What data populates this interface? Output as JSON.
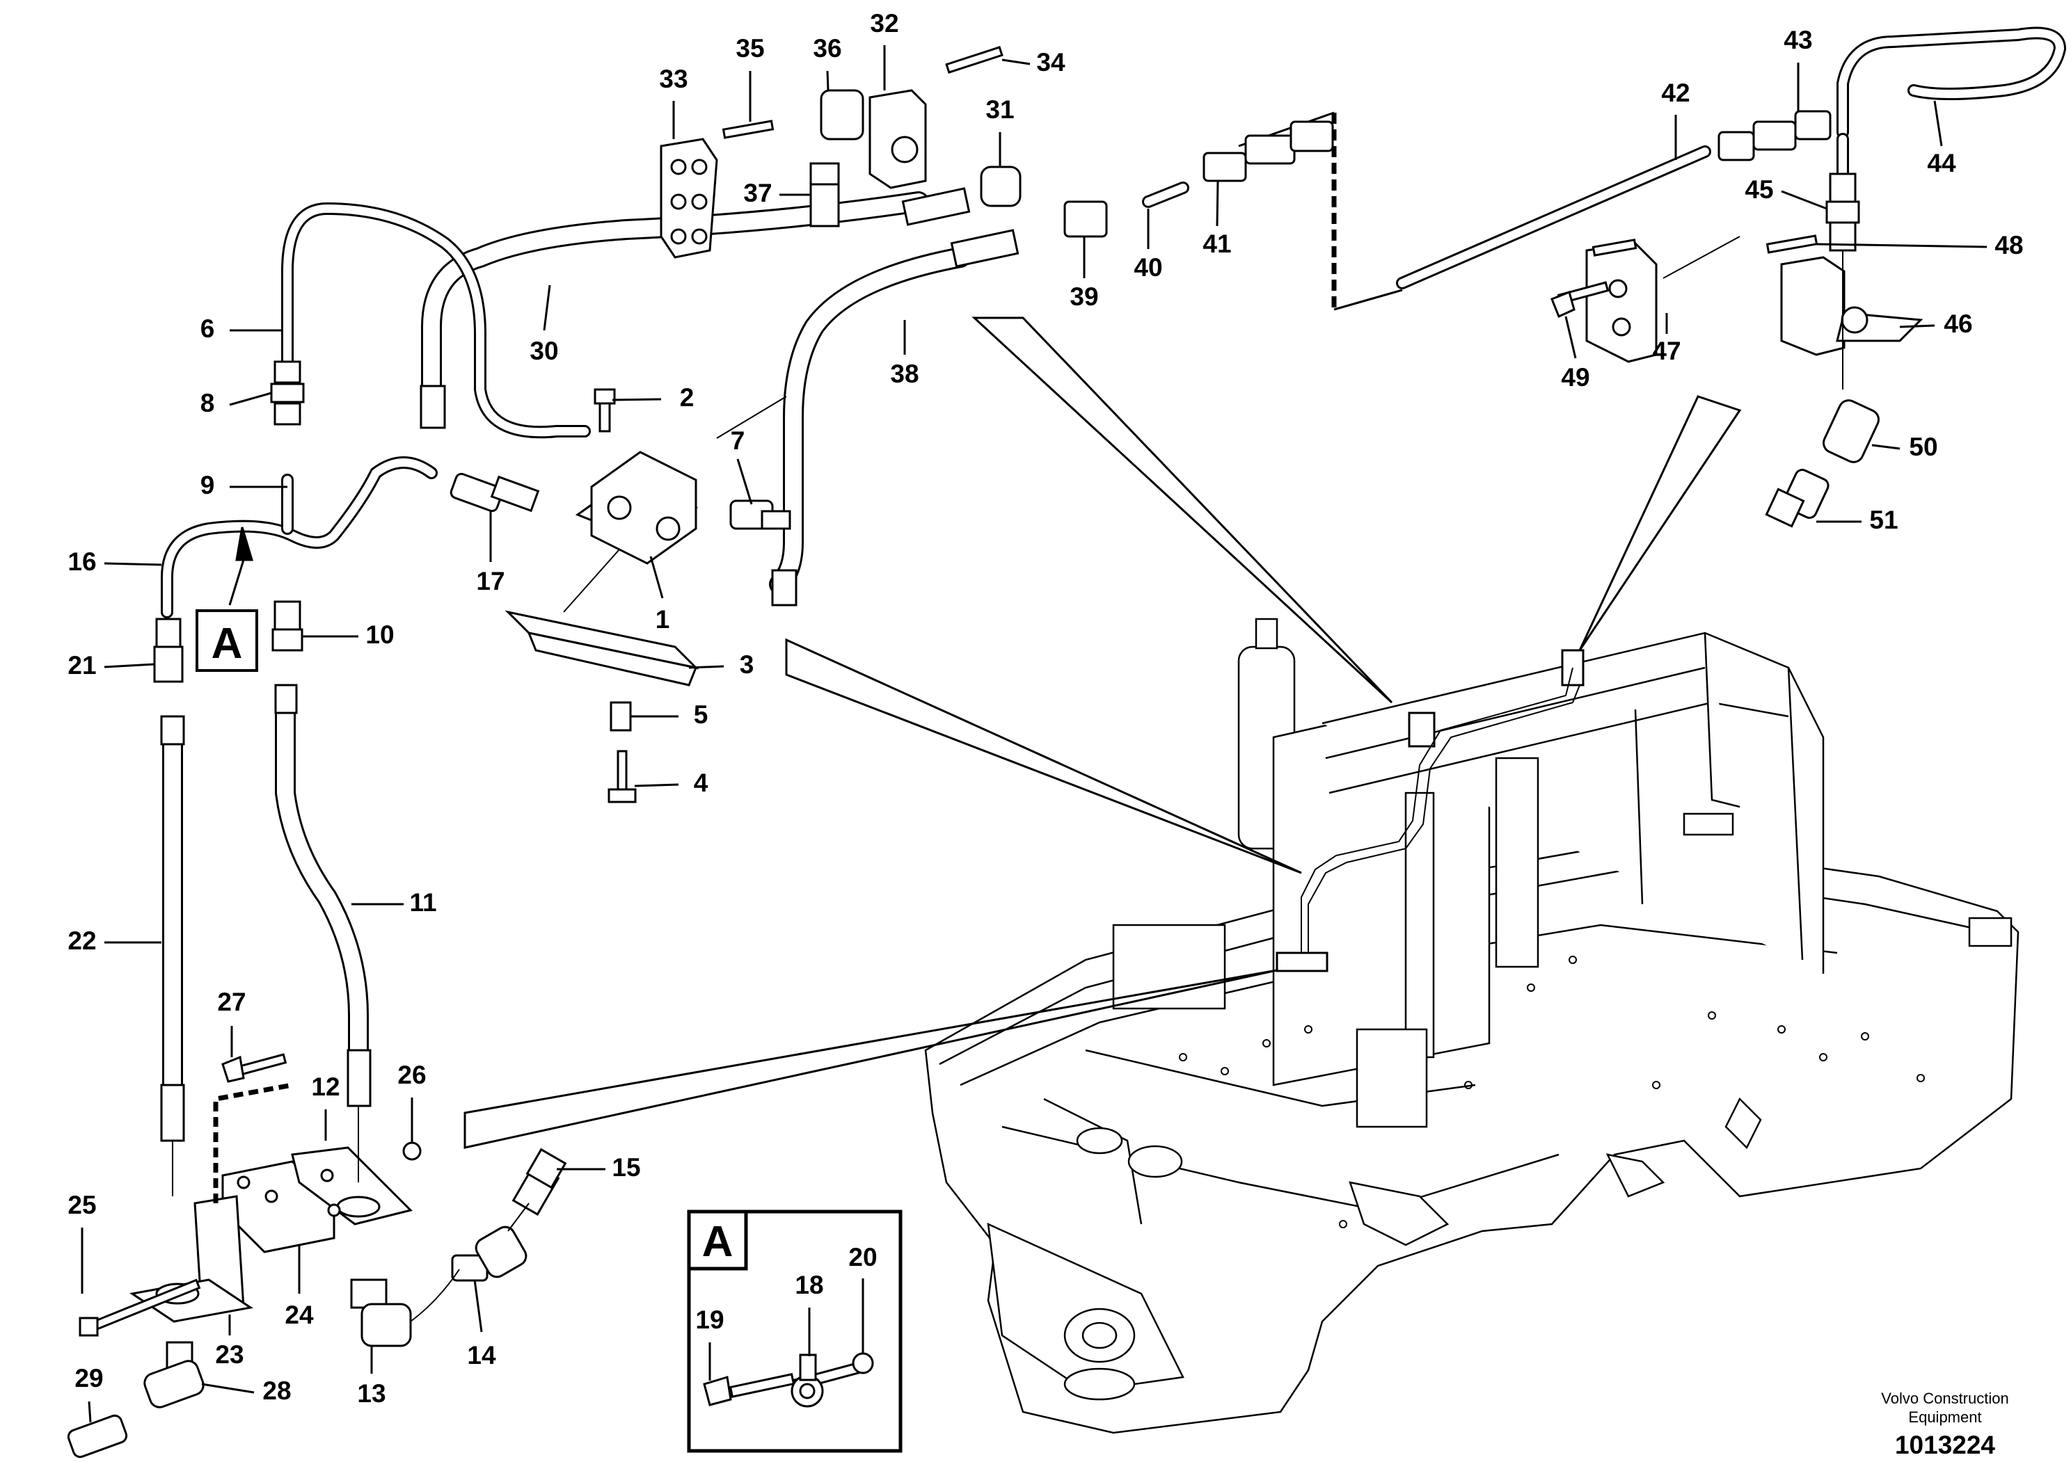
{
  "callouts": [
    {
      "id": "1",
      "label": "1"
    },
    {
      "id": "2",
      "label": "2"
    },
    {
      "id": "3",
      "label": "3"
    },
    {
      "id": "4",
      "label": "4"
    },
    {
      "id": "5",
      "label": "5"
    },
    {
      "id": "6",
      "label": "6"
    },
    {
      "id": "7",
      "label": "7"
    },
    {
      "id": "8",
      "label": "8"
    },
    {
      "id": "9",
      "label": "9"
    },
    {
      "id": "10",
      "label": "10"
    },
    {
      "id": "11",
      "label": "11"
    },
    {
      "id": "12",
      "label": "12"
    },
    {
      "id": "13",
      "label": "13"
    },
    {
      "id": "14",
      "label": "14"
    },
    {
      "id": "15",
      "label": "15"
    },
    {
      "id": "16",
      "label": "16"
    },
    {
      "id": "17",
      "label": "17"
    },
    {
      "id": "18",
      "label": "18"
    },
    {
      "id": "19",
      "label": "19"
    },
    {
      "id": "20",
      "label": "20"
    },
    {
      "id": "21",
      "label": "21"
    },
    {
      "id": "22",
      "label": "22"
    },
    {
      "id": "23",
      "label": "23"
    },
    {
      "id": "24",
      "label": "24"
    },
    {
      "id": "25",
      "label": "25"
    },
    {
      "id": "26",
      "label": "26"
    },
    {
      "id": "27",
      "label": "27"
    },
    {
      "id": "28",
      "label": "28"
    },
    {
      "id": "29",
      "label": "29"
    },
    {
      "id": "30",
      "label": "30"
    },
    {
      "id": "31",
      "label": "31"
    },
    {
      "id": "32",
      "label": "32"
    },
    {
      "id": "33",
      "label": "33"
    },
    {
      "id": "34",
      "label": "34"
    },
    {
      "id": "35",
      "label": "35"
    },
    {
      "id": "36",
      "label": "36"
    },
    {
      "id": "37",
      "label": "37"
    },
    {
      "id": "38",
      "label": "38"
    },
    {
      "id": "39",
      "label": "39"
    },
    {
      "id": "40",
      "label": "40"
    },
    {
      "id": "41",
      "label": "41"
    },
    {
      "id": "42",
      "label": "42"
    },
    {
      "id": "43",
      "label": "43"
    },
    {
      "id": "44",
      "label": "44"
    },
    {
      "id": "45",
      "label": "45"
    },
    {
      "id": "46",
      "label": "46"
    },
    {
      "id": "47",
      "label": "47"
    },
    {
      "id": "48",
      "label": "48"
    },
    {
      "id": "49",
      "label": "49"
    },
    {
      "id": "50",
      "label": "50"
    },
    {
      "id": "51",
      "label": "51"
    }
  ],
  "detail_marker": "A",
  "detail_box_label": "A",
  "brand_line1": "Volvo Construction",
  "brand_line2": "Equipment",
  "drawing_number": "1013224"
}
